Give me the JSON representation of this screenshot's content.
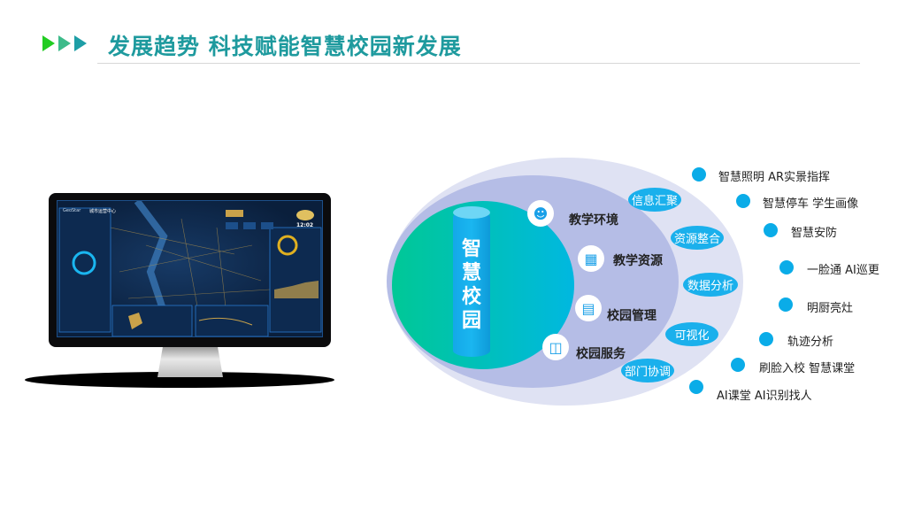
{
  "header": {
    "title": "发展趋势 科技赋能智慧校园新发展",
    "arrow_colors": [
      "#22cc22",
      "#3dbb8a",
      "#1e9ea6"
    ]
  },
  "monitor": {
    "brand": "GeoStar",
    "screen_title": "城市运营中心",
    "clock": "12:02"
  },
  "diagram": {
    "core": "智慧校园",
    "pillars": [
      {
        "label": "教学环境",
        "icon": "people-group-icon"
      },
      {
        "label": "教学资源",
        "icon": "grid-table-icon"
      },
      {
        "label": "校园管理",
        "icon": "management-chart-icon"
      },
      {
        "label": "校园服务",
        "icon": "service-bottle-icon"
      }
    ],
    "capabilities": [
      "信息汇聚",
      "资源整合",
      "数据分析",
      "可视化",
      "部门协调"
    ],
    "applications": [
      "智慧照明  AR实景指挥",
      "智慧停车  学生画像",
      "智慧安防",
      "一脸通  AI巡更",
      "明厨亮灶",
      "轨迹分析",
      "刷脸入校  智慧课堂",
      "AI课堂  AI识别找人"
    ],
    "colors": {
      "outer": "#dfe2f3",
      "middle": "#b5bde6",
      "inner_start": "#00c896",
      "inner_end": "#00b8e0",
      "accent": "#0aace8"
    }
  }
}
